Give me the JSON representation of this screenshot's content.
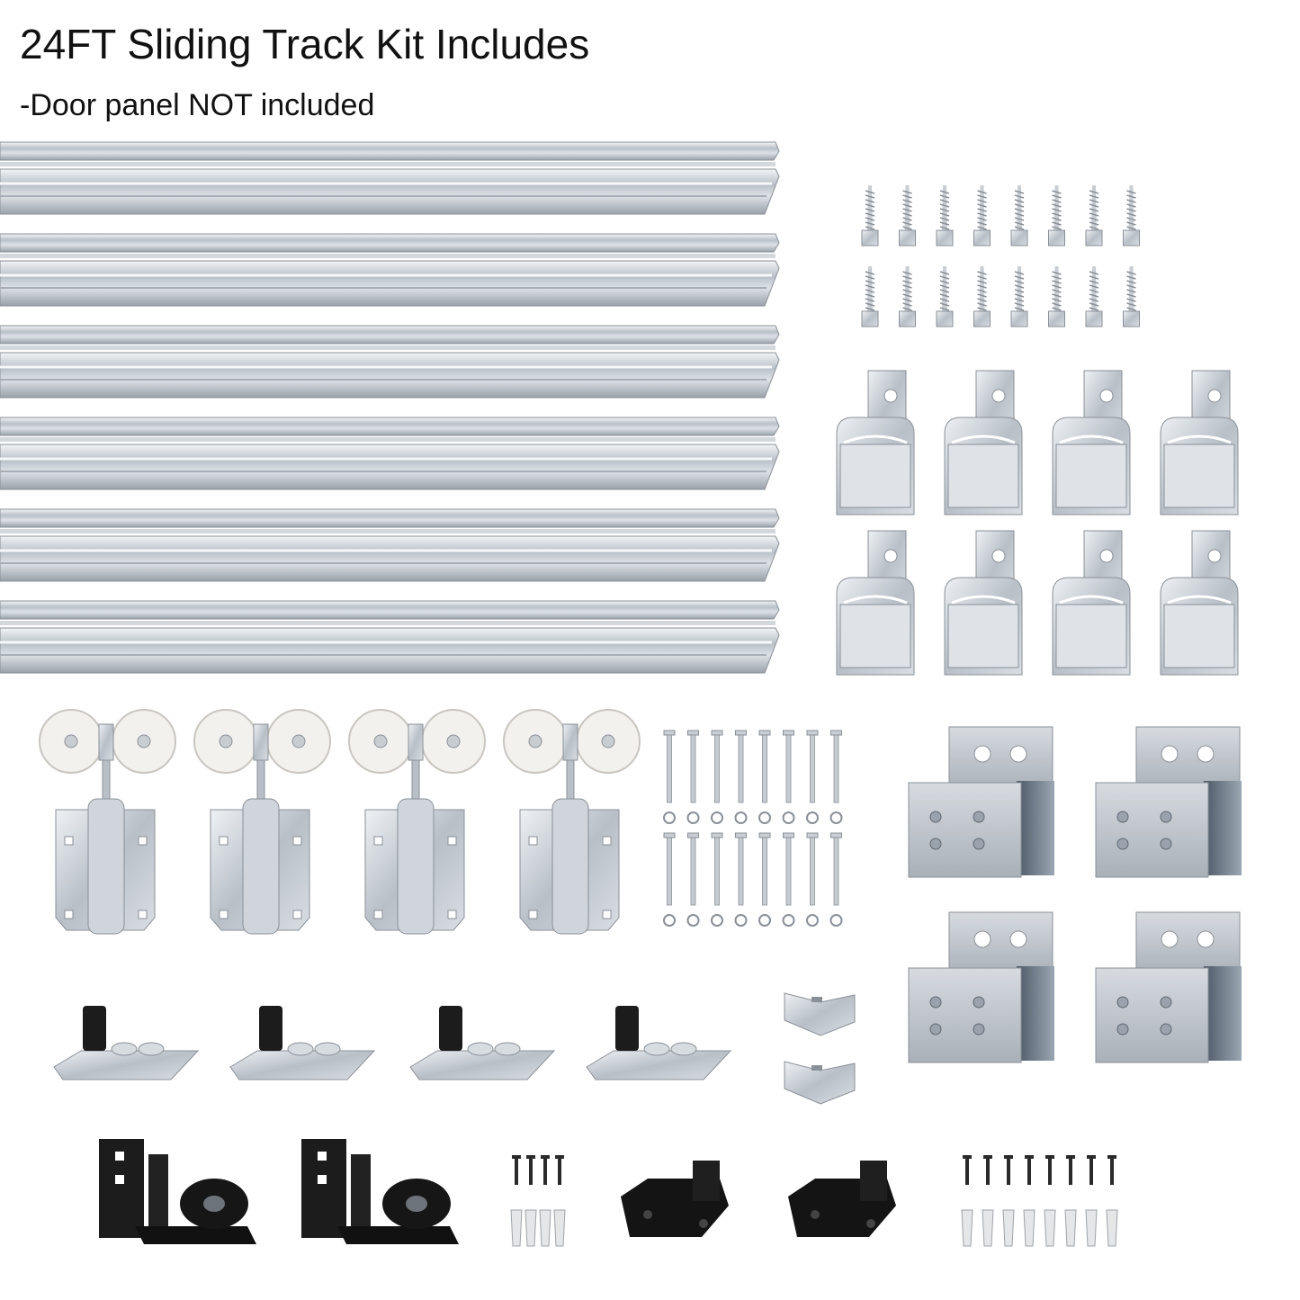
{
  "header": {
    "title": "24FT Sliding Track Kit Includes",
    "subtitle": "-Door panel NOT included"
  },
  "items": [
    {
      "name": "track-rails",
      "icon": "rail-icon",
      "count": 6
    },
    {
      "name": "lag-screws",
      "icon": "lag-screw-icon",
      "count": 16
    },
    {
      "name": "track-hangers",
      "icon": "hanger-bracket-icon",
      "count": 8
    },
    {
      "name": "roller-trolleys",
      "icon": "roller-icon",
      "count": 4
    },
    {
      "name": "bolts-with-nuts",
      "icon": "bolt-icon",
      "count": 16
    },
    {
      "name": "end-caps",
      "icon": "end-cap-icon",
      "count": 4
    },
    {
      "name": "door-stoppers",
      "icon": "stopper-icon",
      "count": 4
    },
    {
      "name": "small-clips",
      "icon": "clip-icon",
      "count": 2
    },
    {
      "name": "floor-guides",
      "icon": "floor-guide-icon",
      "count": 2
    },
    {
      "name": "floor-guide-screw-set-a",
      "icon": "screw-anchor-icon",
      "count": 8
    },
    {
      "name": "black-floor-guides",
      "icon": "u-guide-icon",
      "count": 2
    },
    {
      "name": "floor-guide-screw-set-b",
      "icon": "screw-anchor-icon",
      "count": 16
    }
  ],
  "colors": {
    "steel": "#c9ced4",
    "steel_dark": "#8a9098",
    "steel_light": "#eef1f4",
    "black_part": "#1c1c1c",
    "roller_white": "#f3f1ee"
  }
}
